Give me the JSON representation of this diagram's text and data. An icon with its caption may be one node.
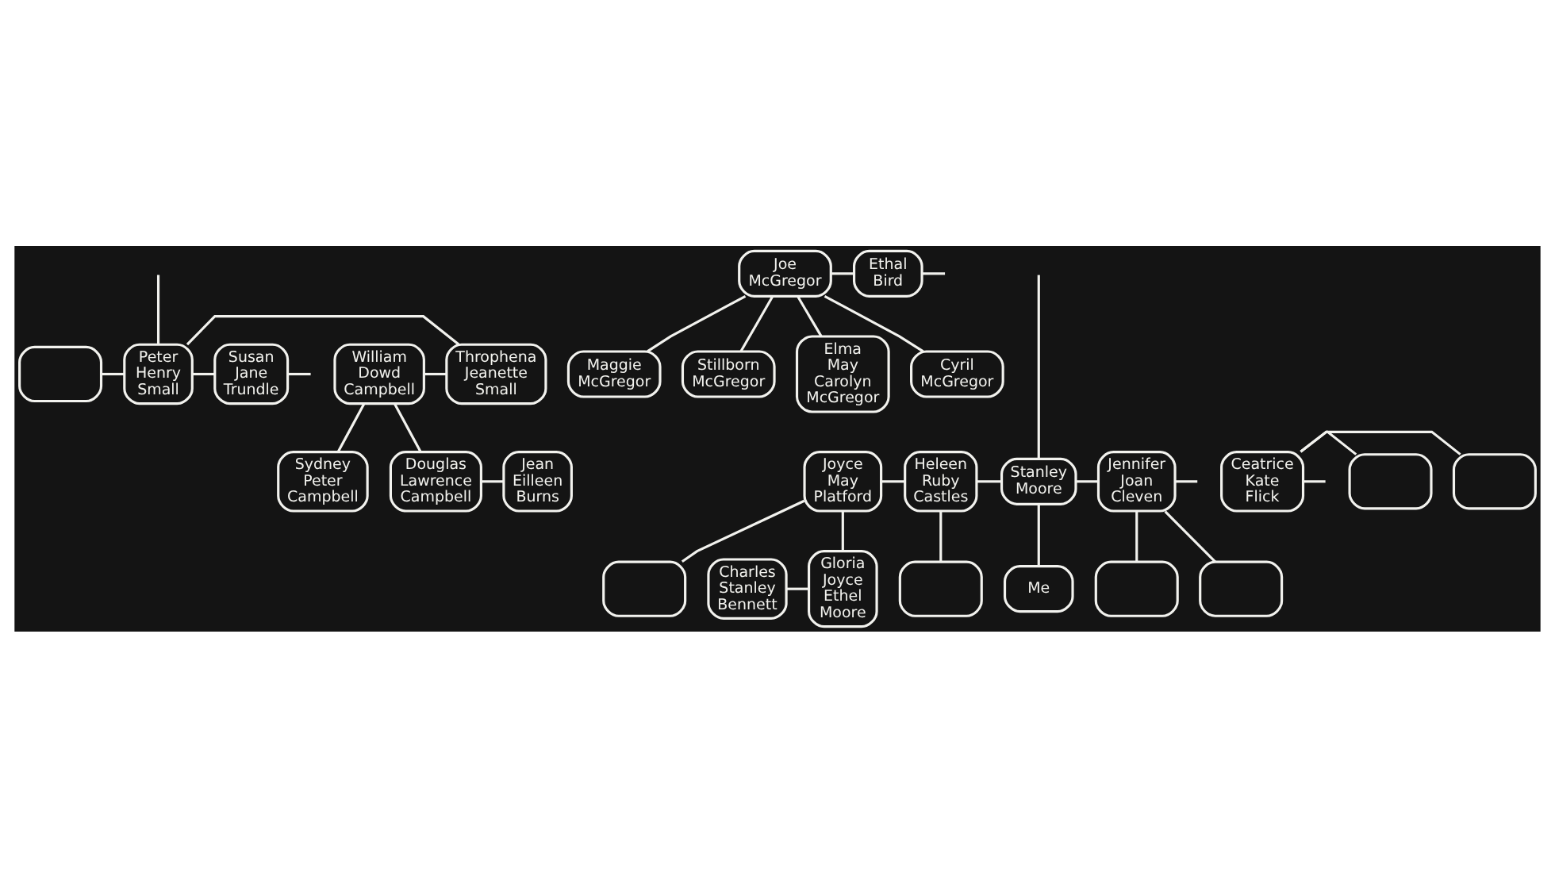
{
  "diagram": {
    "nodes": [
      {
        "text": [],
        "shape": "box"
      },
      {
        "text": [
          "Peter Henry Small"
        ]
      },
      {
        "text": [
          "Susan Jane Trundle"
        ]
      },
      {
        "text": [
          "William Dowd Campbell"
        ]
      },
      {
        "text": [
          "Throphena Jeanette Small"
        ]
      },
      {
        "text": [
          "Joe McGregor"
        ]
      },
      {
        "text": [
          "Ethal Bird"
        ]
      },
      {
        "text": [
          "Maggie McGregor"
        ]
      },
      {
        "text": [
          "Stillborn McGregor"
        ]
      },
      {
        "text": [
          "Elma May Carolyn McGregor"
        ]
      },
      {
        "text": [
          "Cyril McGregor"
        ]
      },
      {
        "text": [
          "Sydney Peter Campbell"
        ]
      },
      {
        "text": [
          "Douglas Lawrence Campbell"
        ]
      },
      {
        "text": [
          "Jean Eilleen Burns"
        ]
      },
      {
        "text": [
          "Joyce May Platford"
        ]
      },
      {
        "text": [
          "Heleen Ruby Castles"
        ]
      },
      {
        "text": [
          "Stanley Moore"
        ]
      },
      {
        "text": [
          "Jennifer Joan Cleven"
        ]
      },
      {
        "text": [
          "Ceatrice Kate Flick"
        ]
      },
      {
        "text": [],
        "shape": "box"
      },
      {
        "text": [],
        "shape": "box"
      },
      {
        "text": [
          "Charles Stanley Bennett"
        ]
      },
      {
        "text": [
          "Gloria Joyce Ethel Moore"
        ]
      },
      {
        "text": [],
        "shape": "box"
      },
      {
        "text": [],
        "shape": "box"
      },
      {
        "text": [
          "Me"
        ]
      },
      {
        "text": [],
        "shape": "box"
      },
      {
        "text": [],
        "shape": "box"
      }
    ],
    "edges": [
      {
        "from": null,
        "to": 1,
        "arrow": "none"
      },
      {
        "from": 1,
        "to": 4,
        "arrow": "none"
      },
      {
        "from": 0,
        "to": 1,
        "arrow": "none"
      },
      {
        "from": 1,
        "to": 2,
        "arrow": "none"
      },
      {
        "from": 2,
        "to": null,
        "arrow": "none"
      },
      {
        "from": null,
        "to": 16,
        "arrow": "none"
      },
      {
        "from": 3,
        "to": 4,
        "arrow": "none"
      },
      {
        "from": 3,
        "to": 11,
        "arrow": "none"
      },
      {
        "from": 3,
        "to": 12,
        "arrow": "none"
      },
      {
        "from": 5,
        "to": 6,
        "arrow": "none"
      },
      {
        "from": 6,
        "to": null,
        "arrow": "none"
      },
      {
        "from": 5,
        "to": 7,
        "arrow": "none"
      },
      {
        "from": 5,
        "to": 8,
        "arrow": "none"
      },
      {
        "from": 5,
        "to": 9,
        "arrow": "none"
      },
      {
        "from": 5,
        "to": 10,
        "arrow": "none"
      },
      {
        "from": 12,
        "to": 13,
        "arrow": "none"
      },
      {
        "from": 14,
        "to": 15,
        "arrow": "none"
      },
      {
        "from": 15,
        "to": 16,
        "arrow": "none"
      },
      {
        "from": 16,
        "to": 17,
        "arrow": "none"
      },
      {
        "from": 14,
        "to": 22,
        "arrow": "none"
      },
      {
        "from": 14,
        "to": 23,
        "arrow": "none"
      },
      {
        "from": 15,
        "to": 24,
        "arrow": "none"
      },
      {
        "from": 16,
        "to": 25,
        "arrow": "none"
      },
      {
        "from": 21,
        "to": 22,
        "arrow": "none"
      },
      {
        "from": 17,
        "to": null,
        "arrow": "none"
      },
      {
        "from": 18,
        "to": 19,
        "arrow": "none"
      },
      {
        "from": 18,
        "to": 20,
        "arrow": "none"
      },
      {
        "from": 18,
        "to": null,
        "arrow": "none"
      },
      {
        "from": 17,
        "to": 26,
        "arrow": "none"
      },
      {
        "from": 17,
        "to": 27,
        "arrow": "none"
      }
    ]
  }
}
